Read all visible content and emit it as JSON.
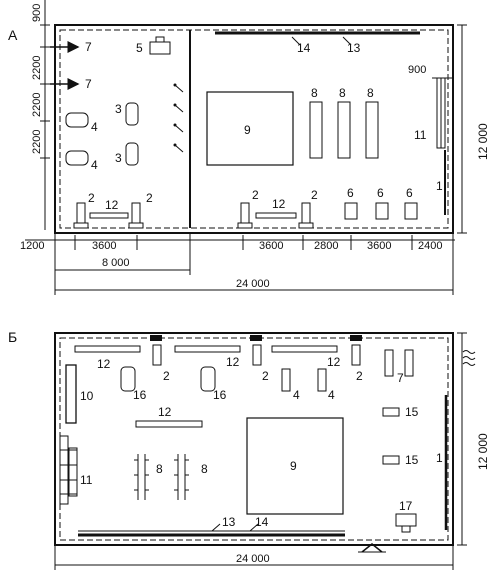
{
  "plan_a": {
    "label": "А",
    "dimensions": {
      "top_offset": "900",
      "row_1": "2200",
      "row_2": "2200",
      "row_3": "2200",
      "right_offset": "900",
      "height": "12 000",
      "left_offset": "1200",
      "span_a": "3600",
      "section_width": "8 000",
      "span_b": "3600",
      "span_c": "2800",
      "span_d": "3600",
      "span_e": "2400",
      "total_width": "24 000"
    },
    "callouts": {
      "n1": "1",
      "n2a": "2",
      "n2b": "2",
      "n2c": "2",
      "n2d": "2",
      "n3a": "3",
      "n3b": "3",
      "n4a": "4",
      "n4b": "4",
      "n5": "5",
      "n6a": "6",
      "n6b": "6",
      "n6c": "6",
      "n7a": "7",
      "n7b": "7",
      "n8a": "8",
      "n8b": "8",
      "n8c": "8",
      "n9": "9",
      "n11": "11",
      "n12a": "12",
      "n12b": "12",
      "n13": "13",
      "n14": "14"
    }
  },
  "plan_b": {
    "label": "Б",
    "dimensions": {
      "height": "12 000",
      "total_width": "24 000"
    },
    "callouts": {
      "n1": "1",
      "n2a": "2",
      "n2b": "2",
      "n2c": "2",
      "n4a": "4",
      "n4b": "4",
      "n7": "7",
      "n8a": "8",
      "n8b": "8",
      "n9": "9",
      "n10": "10",
      "n11": "11",
      "n12a": "12",
      "n12b": "12",
      "n12c": "12",
      "n12d": "12",
      "n13": "13",
      "n14": "14",
      "n15a": "15",
      "n15b": "15",
      "n16a": "16",
      "n16b": "16",
      "n17": "17"
    }
  }
}
